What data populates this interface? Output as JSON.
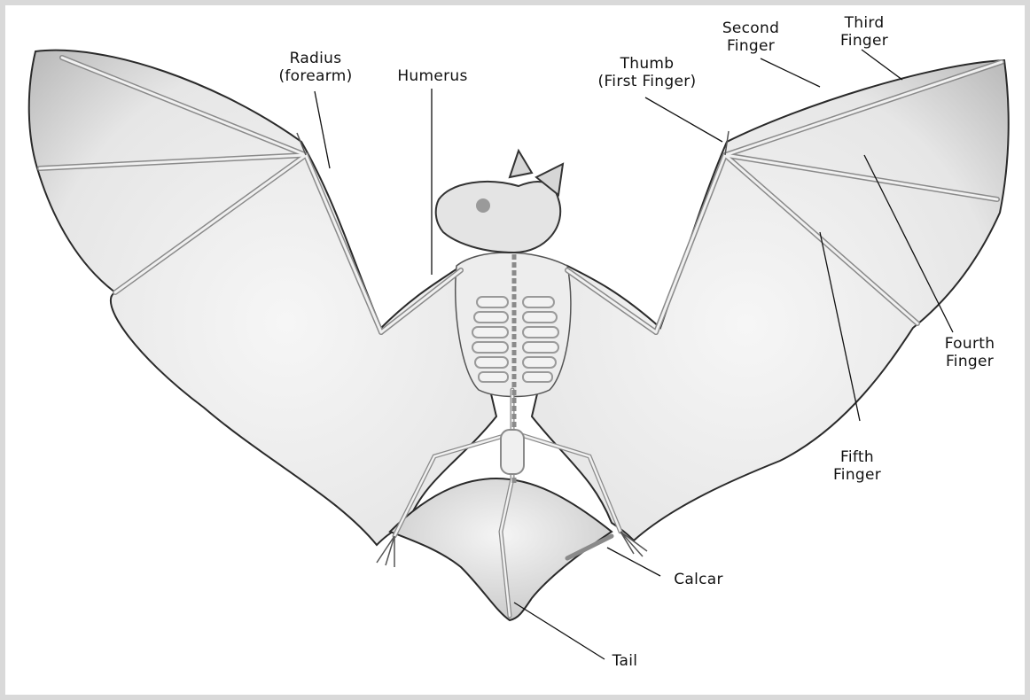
{
  "labels": {
    "radius": [
      "Radius",
      "(forearm)"
    ],
    "humerus": [
      "Humerus"
    ],
    "thumb": [
      "Thumb",
      "(First Finger)"
    ],
    "second_finger": [
      "Second",
      "Finger"
    ],
    "third_finger": [
      "Third",
      "Finger"
    ],
    "fourth_finger": [
      "Fourth",
      "Finger"
    ],
    "fifth_finger": [
      "Fifth",
      "Finger"
    ],
    "calcar": [
      "Calcar"
    ],
    "tail": [
      "Tail"
    ]
  },
  "colors": {
    "background": "#d9d9d9",
    "panel": "#ffffff",
    "membrane_light": "#f4f4f4",
    "membrane_dark": "#b9b9b9",
    "bone": "#e8e8e8",
    "outline": "#2a2a2a"
  }
}
